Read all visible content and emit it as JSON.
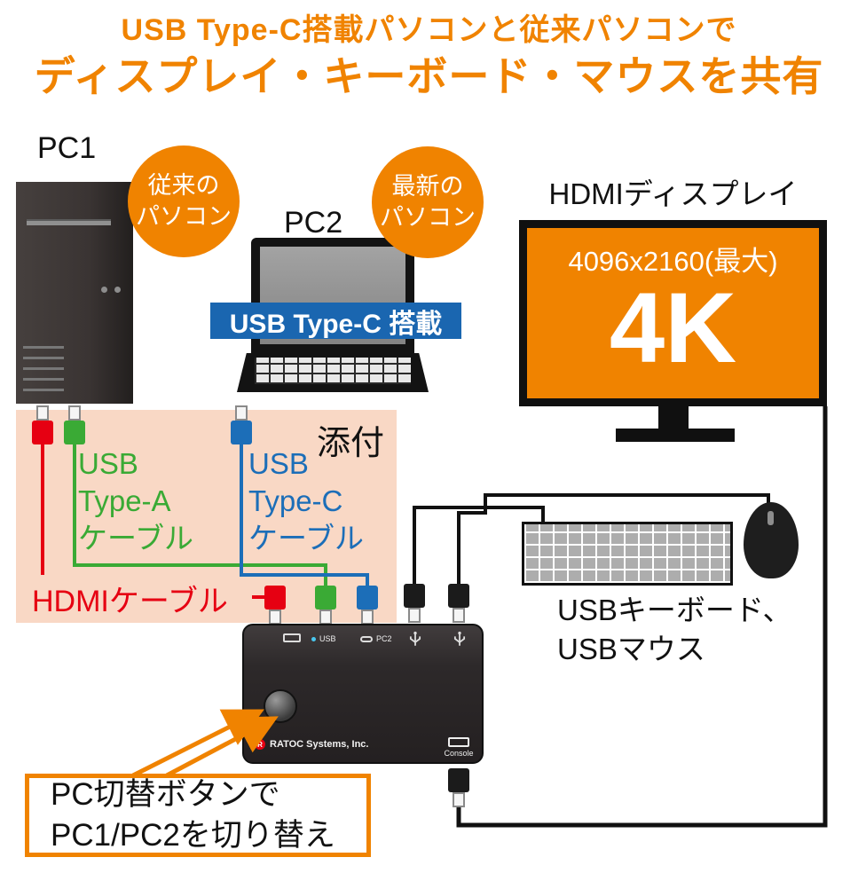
{
  "header": {
    "line1": "USB Type-C搭載パソコンと従来パソコンで",
    "line2": "ディスプレイ・キーボード・マウスを共有"
  },
  "pc1": {
    "label": "PC1",
    "badge": "従来の\nパソコン"
  },
  "pc2": {
    "label": "PC2",
    "badge": "最新の\nパソコン",
    "banner": "USB Type-C 搭載"
  },
  "display": {
    "label": "HDMIディスプレイ",
    "resolution": "4096x2160(最大)",
    "mark": "4K"
  },
  "included": {
    "label": "添付",
    "usb_a": "USB\nType-A\nケーブル",
    "usb_c": "USB\nType-C\nケーブル",
    "hdmi": "HDMIケーブル"
  },
  "peripherals": {
    "label": "USBキーボード、\nUSBマウス"
  },
  "kvm": {
    "brand": "RATOC Systems, Inc.",
    "logo_letter": "R",
    "usb_label": "USB",
    "pc2_label": "PC2",
    "console_label": "Console"
  },
  "callout": {
    "line1": "PC切替ボタンで",
    "line2": "PC1/PC2を切り替え"
  },
  "colors": {
    "accent_orange": "#f08300",
    "banner_blue": "#1a66b0",
    "cable_green": "#3aaa35",
    "cable_blue": "#1c6eb8",
    "cable_red": "#e60012",
    "included_pink": "#f9d8c5"
  }
}
